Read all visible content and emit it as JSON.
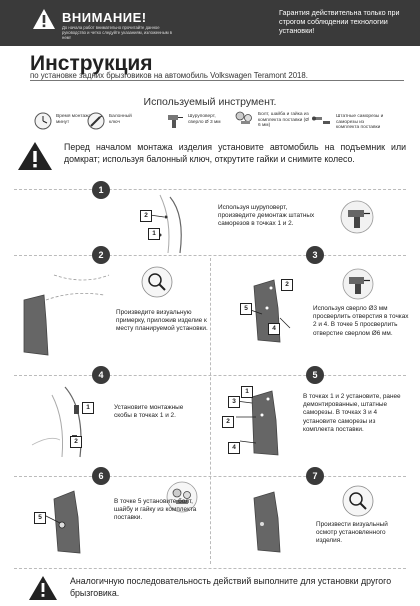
{
  "header": {
    "title": "ВНИМАНИЕ!",
    "subtitle": "До начала работ внимательно прочитайте данное руководство и четко следуйте указаниям, изложенным в нем!",
    "guarantee": "Гарантия действительна только при строгом соблюдении технологии установки!"
  },
  "doc": {
    "title": "Инструкция",
    "subtitle": "по установке задних брызговиков на автомобиль Volkswagen Teramont 2018."
  },
  "tools": {
    "heading": "Используемый инструмент.",
    "items": [
      {
        "label": "Время монтажа 10 минут",
        "icon": "clock-icon"
      },
      {
        "label": "Балонный ключ",
        "icon": "wrench-icon"
      },
      {
        "label": "Шуруповерт, сверло Ø 3 мм",
        "icon": "drill-icon"
      },
      {
        "label": "Болт, шайба и гайка из комплекта поставки (Ø 6 мм)",
        "icon": "bolt-icon"
      },
      {
        "label": "Штатные саморезы и саморезы из комплекта поставки",
        "icon": "screw-icon"
      }
    ]
  },
  "warning": "Перед началом монтажа изделия установите автомобиль на подъемник или домкрат; используя балонный ключ, открутите гайки и снимите колесо.",
  "steps": [
    {
      "num": "1",
      "text": "Используя шуруповерт, произведите демонтаж штатных саморезов в точках 1 и 2.",
      "callouts": [
        "1",
        "2"
      ]
    },
    {
      "num": "2",
      "text": "Произведите визуальную примерку, приложив изделие к месту планируемой установки.",
      "callouts": []
    },
    {
      "num": "3",
      "text": "Используя сверло Ø3 мм просверлить отверстия в точках 2 и 4. В точке 5 просверлить отверстие сверлом Ø6 мм.",
      "callouts": [
        "2",
        "4",
        "5"
      ]
    },
    {
      "num": "4",
      "text": "Установите монтажные скобы в точках 1 и 2.",
      "callouts": [
        "1",
        "2"
      ]
    },
    {
      "num": "5",
      "text": "В точках 1 и 2 установите, ранее демонтированные, штатные саморезы. В точках 3 и 4 установите саморезы из комплекта поставки.",
      "callouts": [
        "1",
        "2",
        "3",
        "4"
      ]
    },
    {
      "num": "6",
      "text": "В точке 5 установите болт, шайбу и гайку из комплекта поставки.",
      "callouts": [
        "5"
      ]
    },
    {
      "num": "7",
      "text": "Произвести визуальный осмотр установленного изделия.",
      "callouts": []
    }
  ],
  "footer": "Аналогичную последовательность действий выполните для установки другого брызговика."
}
